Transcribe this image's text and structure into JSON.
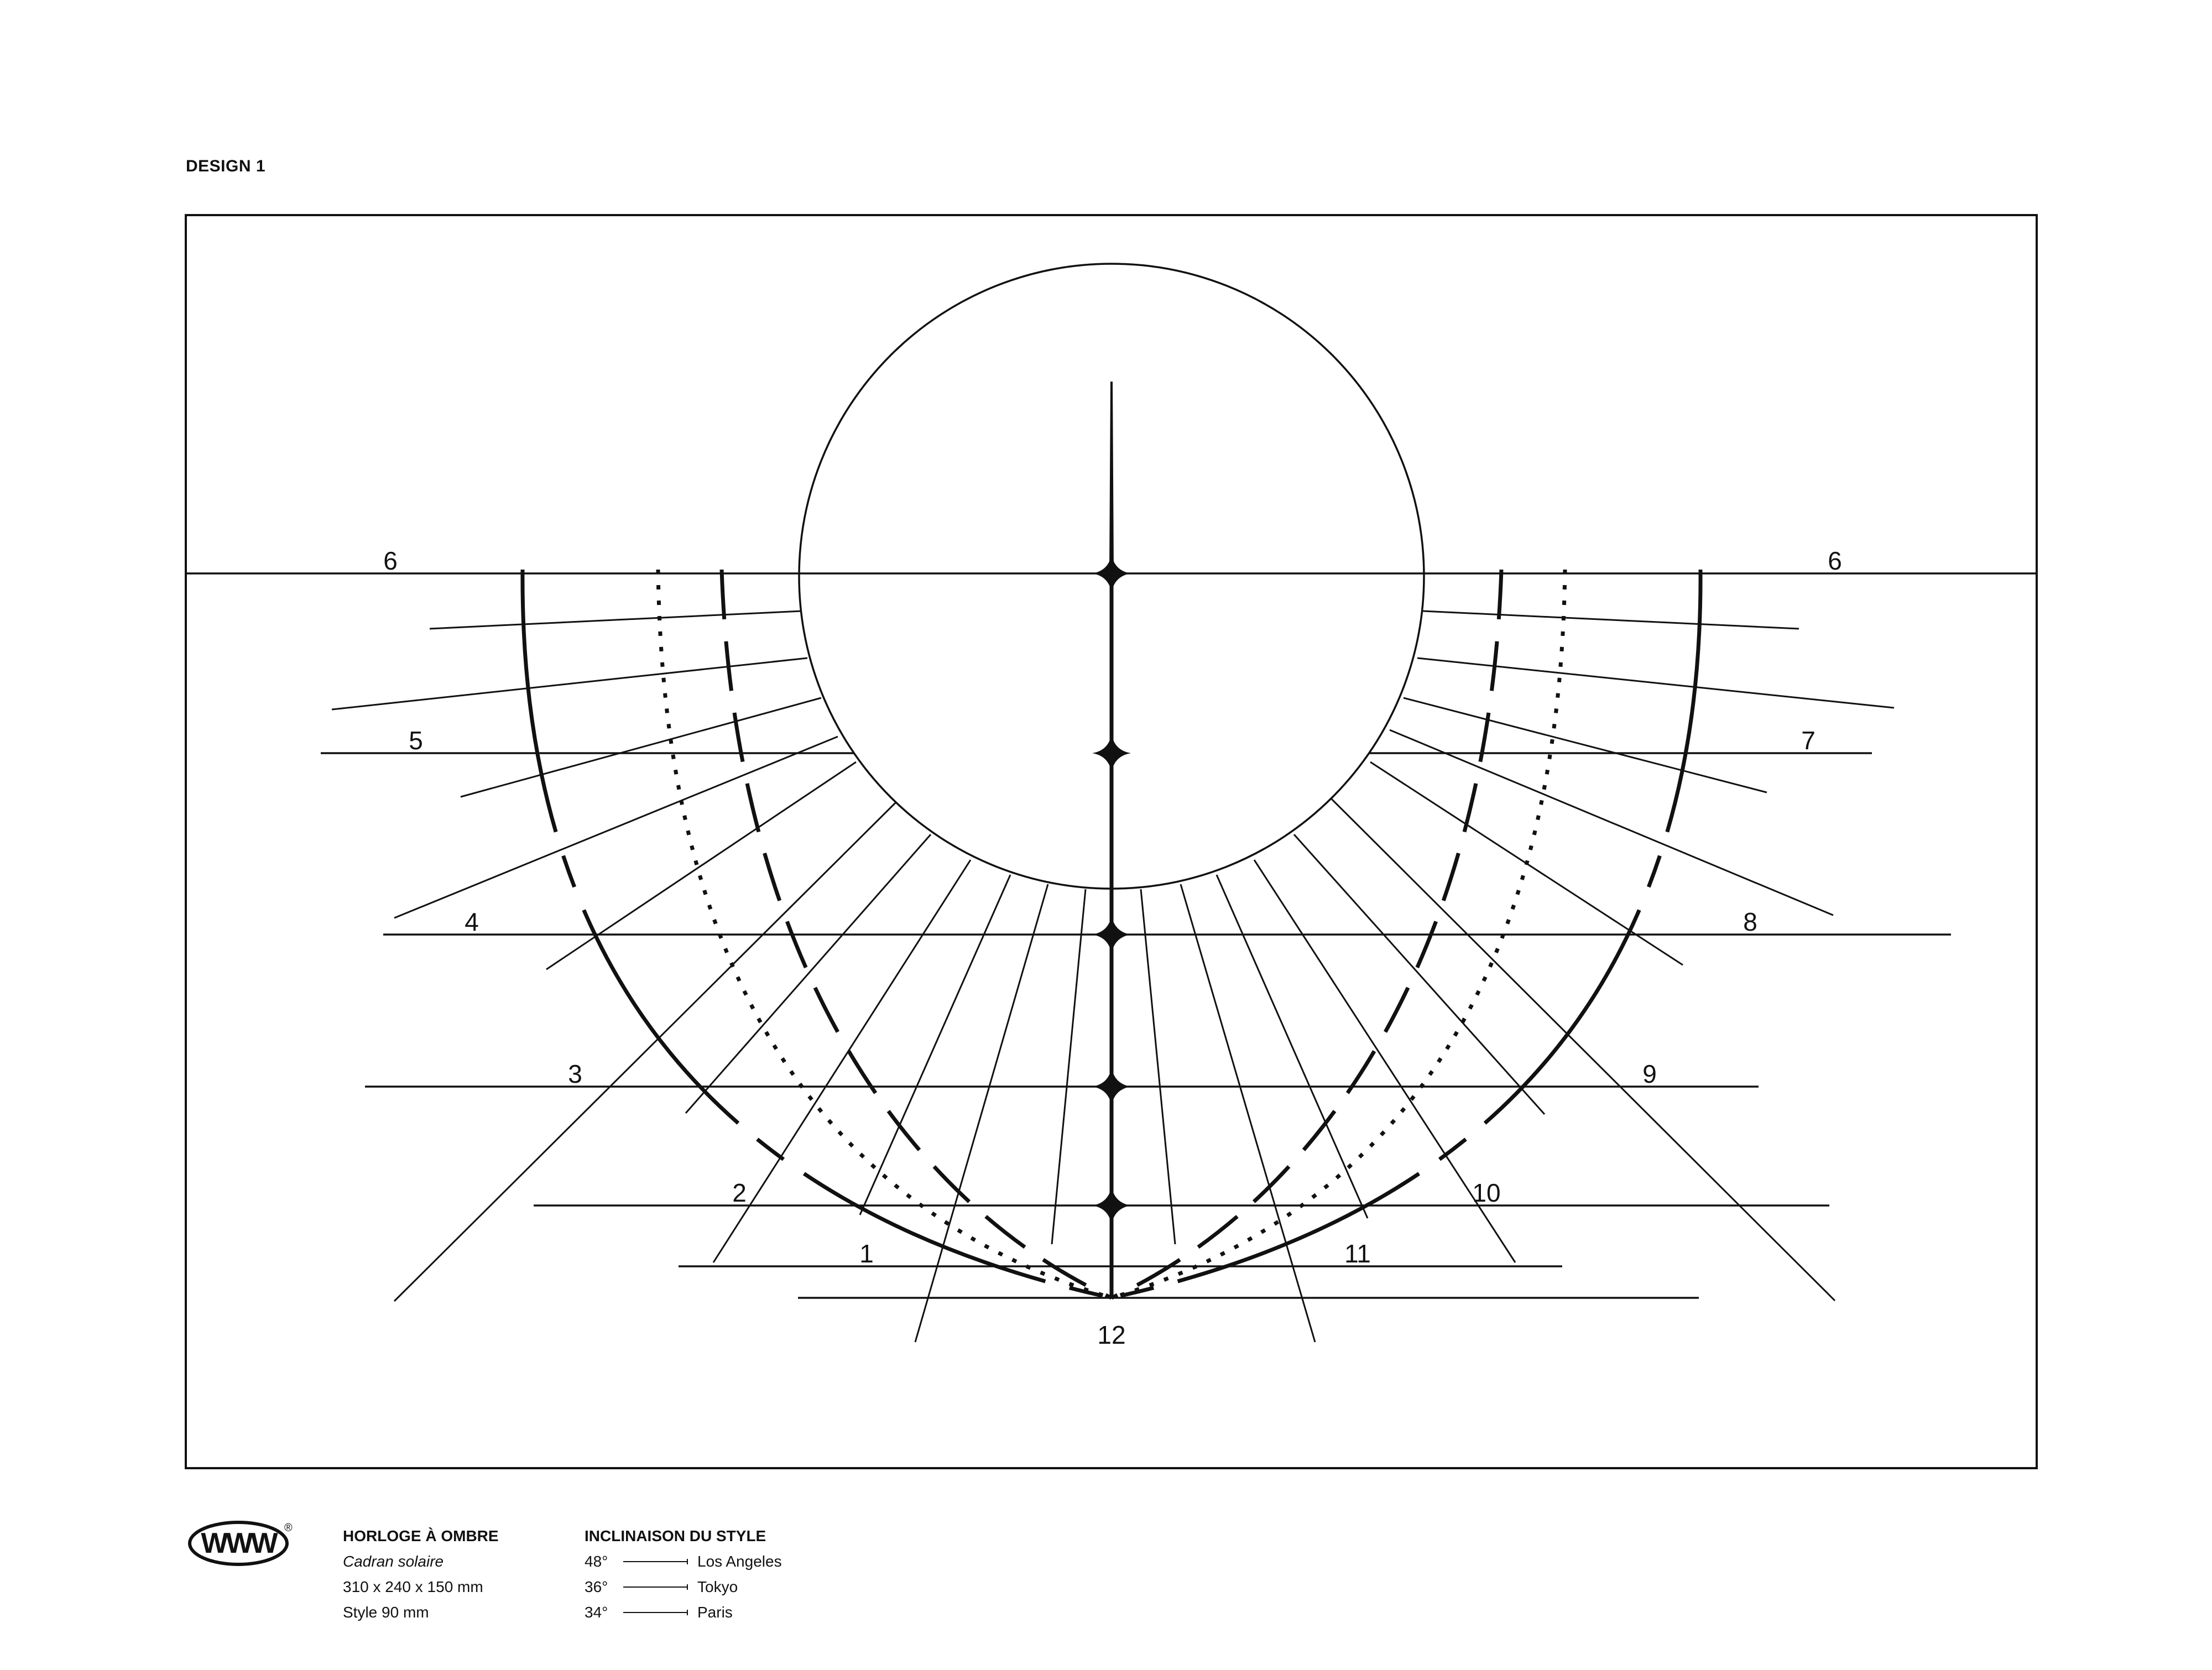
{
  "page": {
    "design_label": "DESIGN 1"
  },
  "dial": {
    "hour_labels": {
      "left_6": "6",
      "right_6": "6",
      "h5": "5",
      "h7": "7",
      "h4": "4",
      "h8": "8",
      "h3": "3",
      "h9": "9",
      "h2": "2",
      "h10": "10",
      "h1": "1",
      "h11": "11",
      "h12": "12"
    },
    "stroke_color": "#111111"
  },
  "footer": {
    "logo_text": "WWW",
    "logo_mark": "®",
    "product": {
      "title": "HORLOGE À OMBRE",
      "subtitle": "Cadran solaire",
      "dimensions": "310 x 240 x 150 mm",
      "style": "Style 90 mm"
    },
    "inclination": {
      "title": "INCLINAISON DU STYLE",
      "rows": [
        {
          "angle": "48°",
          "city": "Los Angeles"
        },
        {
          "angle": "36°",
          "city": "Tokyo"
        },
        {
          "angle": "34°",
          "city": "Paris"
        }
      ]
    }
  }
}
